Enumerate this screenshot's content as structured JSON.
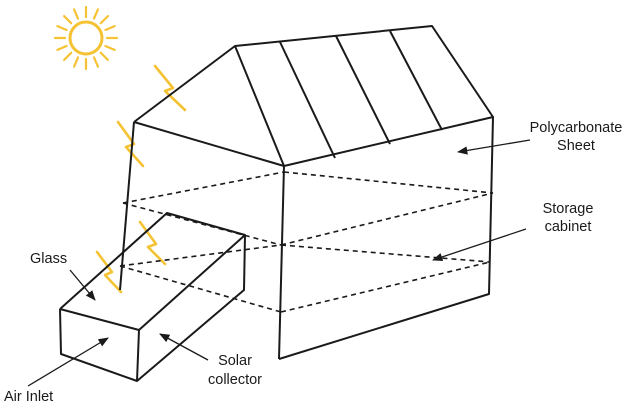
{
  "labels": {
    "polycarbonate_line1": "Polycarbonate",
    "polycarbonate_line2": "Sheet",
    "storage_line1": "Storage",
    "storage_line2": "cabinet",
    "glass": "Glass",
    "solar_line1": "Solar",
    "solar_line2": "collector",
    "air_inlet": "Air Inlet"
  },
  "colors": {
    "line": "#1a1a1a",
    "sun": "#f4c233",
    "text": "#1a1a1a"
  },
  "icons": {
    "sun": "sun-icon",
    "rays": "lightning-bolt-icon"
  }
}
